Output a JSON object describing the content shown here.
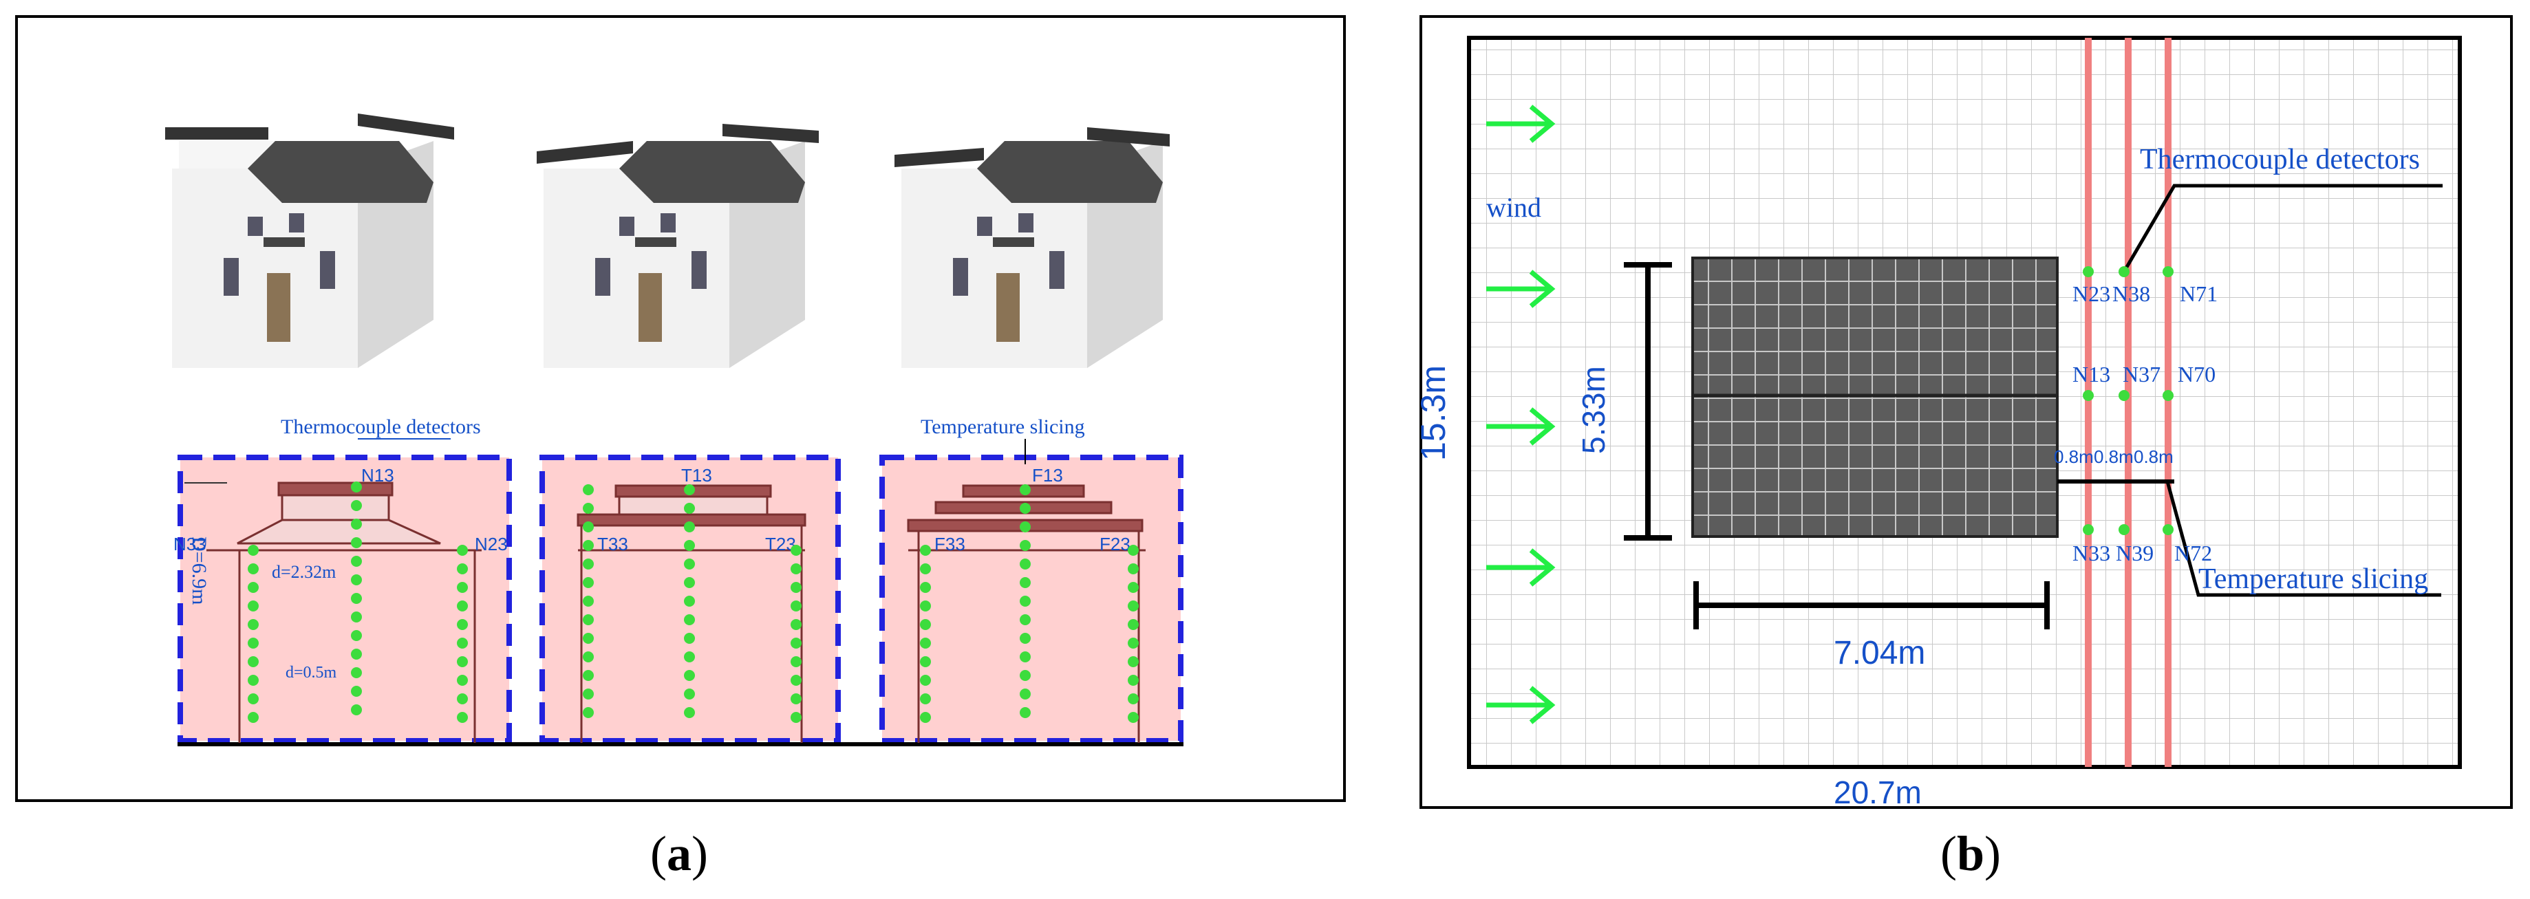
{
  "panel_a": {
    "caption_letter": "a",
    "elevation_1": {
      "top_label": "N13",
      "left_label": "N33",
      "right_label": "N23",
      "height_dim": "D=6.9m",
      "spacing_dim": "d=2.32m",
      "vertical_dim": "d=0.5m"
    },
    "elevation_2": {
      "top_label": "T13",
      "left_label": "T33",
      "right_label": "T23"
    },
    "elevation_3": {
      "top_label": "F13",
      "left_label": "F33",
      "right_label": "F23"
    },
    "callout_thermocouple": "Thermocouple detectors",
    "callout_slicing": "Temperature slicing"
  },
  "panel_b": {
    "caption_letter": "b",
    "wind_label": "wind",
    "callout_thermocouple": "Thermocouple detectors",
    "callout_slicing": "Temperature slicing",
    "domain_width": "20.7m",
    "domain_height": "15.3m",
    "building_width": "7.04m",
    "building_depth": "5.33m",
    "spacing_labels": [
      "0.8m",
      "0.8m",
      "0.8m"
    ],
    "row_top": [
      "N23",
      "N38",
      "N71"
    ],
    "row_mid": [
      "N13",
      "N37",
      "N70"
    ],
    "row_bot": [
      "N33",
      "N39",
      "N72"
    ]
  },
  "colors": {
    "detector": "#3ddc3d",
    "dashed_border": "#2222dd",
    "label_blue": "#1550c8",
    "pink_fill": "#ffd0d0",
    "wind_arrow": "#22ee44",
    "slice_line": "#f08080"
  }
}
